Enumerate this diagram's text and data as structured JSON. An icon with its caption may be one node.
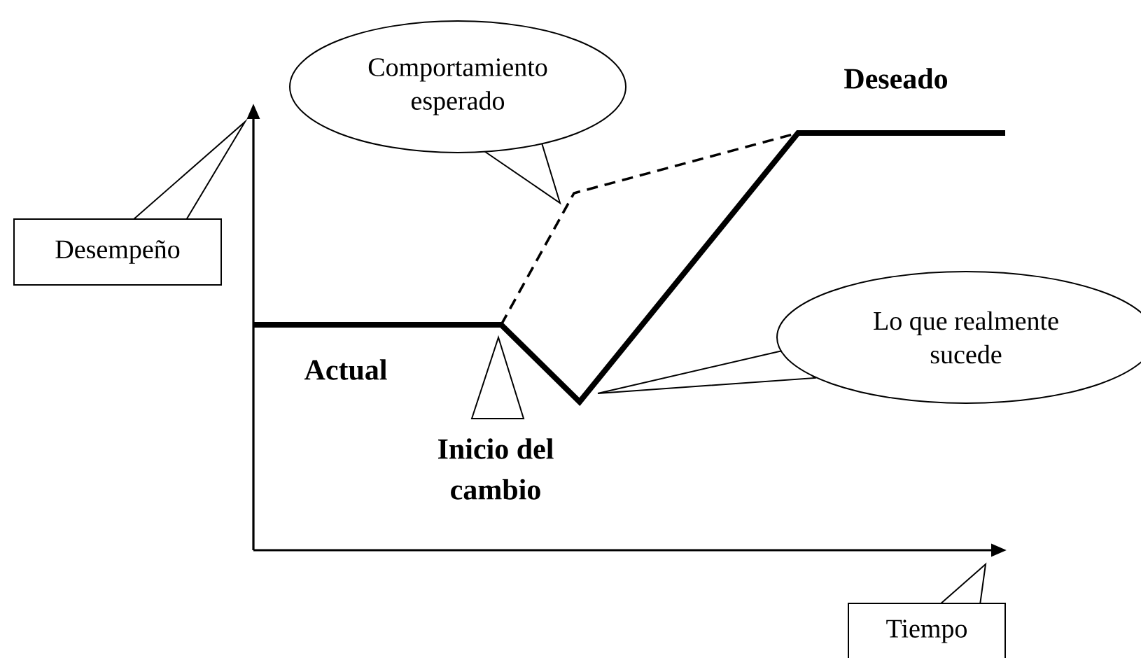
{
  "diagram": {
    "nodes": [
      {
        "text": [
          "Comportamiento esperado"
        ]
      },
      {
        "text": [
          "Desempeño"
        ]
      },
      {
        "text": [
          "Lo que realmente sucede"
        ]
      },
      {
        "text": [
          "Tiempo"
        ]
      }
    ],
    "labels": [
      "Deseado",
      "Actual",
      "Inicio del cambio"
    ]
  }
}
